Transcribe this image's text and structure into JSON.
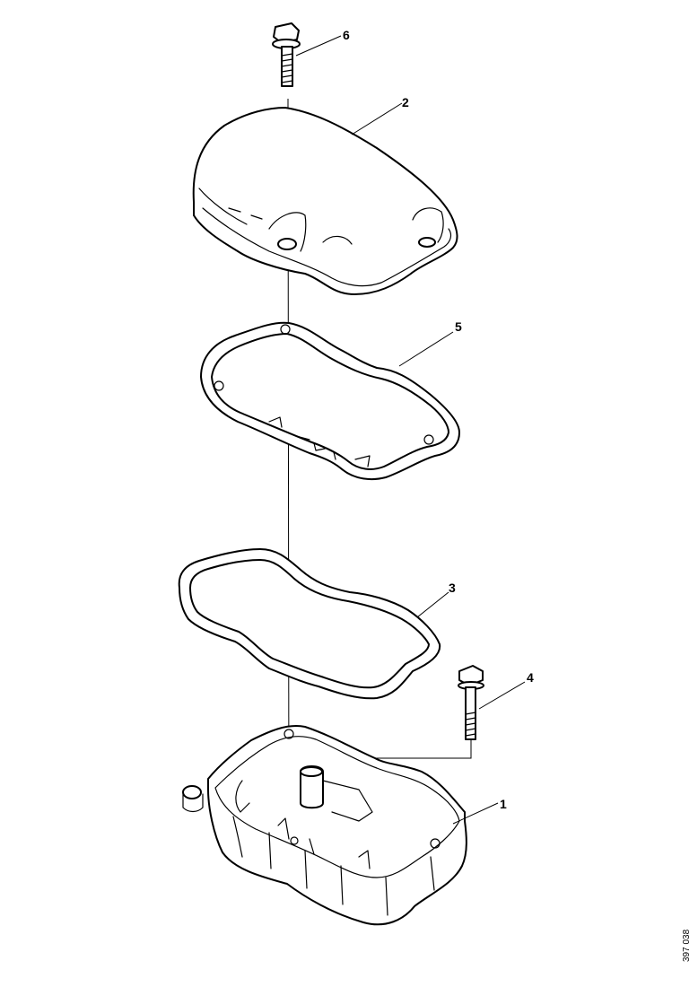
{
  "callouts": [
    {
      "id": "1",
      "label": "1",
      "part": "oil-pan-lower-housing"
    },
    {
      "id": "2",
      "label": "2",
      "part": "cover"
    },
    {
      "id": "3",
      "label": "3",
      "part": "lower-gasket"
    },
    {
      "id": "4",
      "label": "4",
      "part": "bolt"
    },
    {
      "id": "5",
      "label": "5",
      "part": "upper-gasket"
    },
    {
      "id": "6",
      "label": "6",
      "part": "flange-bolt"
    }
  ],
  "figure_number": "397 038",
  "colors": {
    "line": "#000000",
    "background": "#ffffff"
  }
}
